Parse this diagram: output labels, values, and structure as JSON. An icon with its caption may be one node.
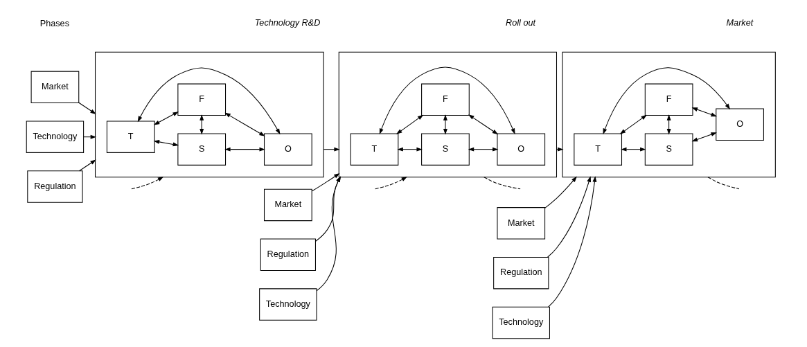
{
  "diagram": {
    "nodes": [
      {
        "text": [
          "Market"
        ]
      },
      {
        "text": [
          "Technology"
        ]
      },
      {
        "text": [
          "Regulation"
        ]
      },
      {
        "text": [],
        "shape": "box"
      },
      {
        "text": [
          "S"
        ],
        "in": 3
      },
      {
        "text": [
          "T"
        ],
        "in": 3
      },
      {
        "text": [
          "O"
        ],
        "in": 3
      },
      {
        "text": [
          "F"
        ],
        "in": 3
      },
      {
        "text": [
          "Market"
        ]
      },
      {
        "text": [
          "Regulation"
        ]
      },
      {
        "text": [
          "Technology"
        ]
      },
      {
        "text": [],
        "shape": "box"
      },
      {
        "text": [
          "S"
        ],
        "in": 11
      },
      {
        "text": [
          "T"
        ],
        "in": 11
      },
      {
        "text": [
          "O"
        ],
        "in": 11
      },
      {
        "text": [
          "F"
        ],
        "in": 11
      },
      {
        "text": [
          "Market"
        ]
      },
      {
        "text": [
          "Regulation"
        ]
      },
      {
        "text": [
          "Technology"
        ]
      },
      {
        "text": [],
        "shape": "box"
      },
      {
        "text": [
          "S"
        ],
        "in": 19
      },
      {
        "text": [
          "T"
        ],
        "in": 19
      },
      {
        "text": [
          "O"
        ],
        "in": 19
      },
      {
        "text": [
          "F"
        ],
        "in": 19
      }
    ],
    "edges": [
      {
        "from": 0,
        "to": 3,
        "arrow": "to"
      },
      {
        "from": 1,
        "to": 3,
        "arrow": "to"
      },
      {
        "from": 2,
        "to": 3,
        "arrow": "to"
      },
      {
        "from": 5,
        "to": 4,
        "arrow": "both"
      },
      {
        "from": 4,
        "to": 6,
        "arrow": "both"
      },
      {
        "from": 5,
        "to": 7,
        "arrow": "both"
      },
      {
        "from": 7,
        "to": 6,
        "arrow": "both"
      },
      {
        "from": 4,
        "to": 7,
        "arrow": "both"
      },
      {
        "from": 5,
        "to": 6,
        "arrow": "both"
      },
      {
        "from": 3,
        "to": 11,
        "arrow": "to"
      },
      {
        "from": 8,
        "to": 11,
        "arrow": "to"
      },
      {
        "from": 9,
        "to": 11,
        "arrow": "to"
      },
      {
        "from": 10,
        "to": 11,
        "arrow": "to"
      },
      {
        "from": 13,
        "to": 12,
        "arrow": "both"
      },
      {
        "from": 12,
        "to": 14,
        "arrow": "both"
      },
      {
        "from": 13,
        "to": 15,
        "arrow": "both"
      },
      {
        "from": 15,
        "to": 14,
        "arrow": "both"
      },
      {
        "from": 12,
        "to": 15,
        "arrow": "both"
      },
      {
        "from": 13,
        "to": 14,
        "arrow": "both"
      },
      {
        "from": 11,
        "to": 19,
        "arrow": "to"
      },
      {
        "from": 16,
        "to": 19,
        "arrow": "to"
      },
      {
        "from": 17,
        "to": 19,
        "arrow": "to"
      },
      {
        "from": 18,
        "to": 19,
        "arrow": "to"
      },
      {
        "from": 21,
        "to": 20,
        "arrow": "both"
      },
      {
        "from": 20,
        "to": 22,
        "arrow": "both"
      },
      {
        "from": 21,
        "to": 23,
        "arrow": "both"
      },
      {
        "from": 23,
        "to": 22,
        "arrow": "both"
      },
      {
        "from": 20,
        "to": 23,
        "arrow": "both"
      },
      {
        "from": 21,
        "to": 22,
        "arrow": "both"
      },
      {
        "from": null,
        "to": 3,
        "arrow": "to",
        "style": "dashed"
      },
      {
        "from": 11,
        "to": null,
        "arrow": "none",
        "style": "dashed"
      },
      {
        "from": null,
        "to": 11,
        "arrow": "to",
        "style": "dashed"
      },
      {
        "from": 19,
        "to": null,
        "arrow": "none",
        "style": "dashed"
      }
    ],
    "labels": [
      "Phases",
      "Technology R&D",
      "Roll out",
      "Market"
    ]
  }
}
